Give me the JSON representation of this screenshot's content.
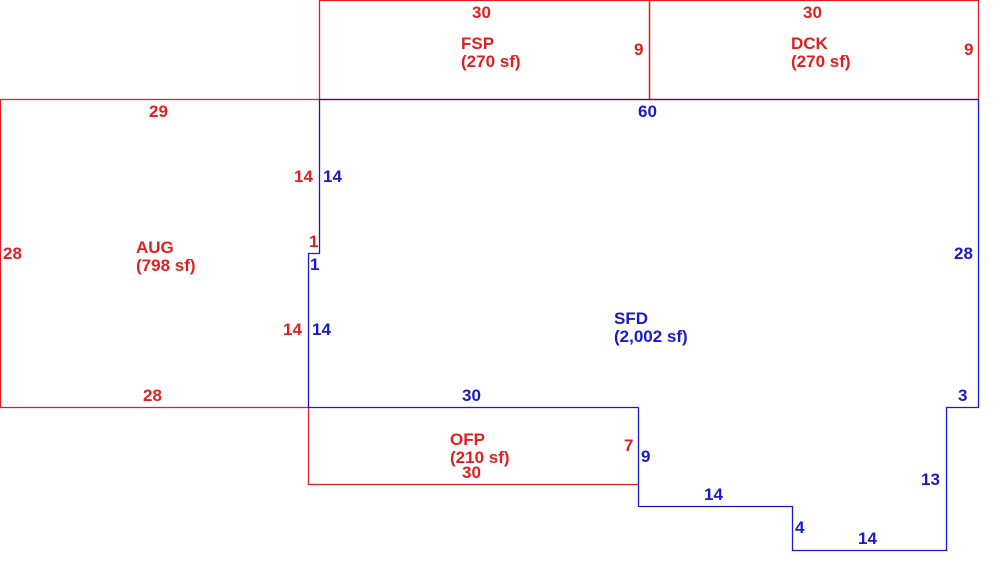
{
  "colors": {
    "red": "#e02020",
    "blue": "#1a1acc",
    "background": "#ffffff"
  },
  "areas": {
    "fsp": {
      "code": "FSP",
      "area": "(270 sf)"
    },
    "dck": {
      "code": "DCK",
      "area": "(270 sf)"
    },
    "aug": {
      "code": "AUG",
      "area": "(798 sf)"
    },
    "sfd": {
      "code": "SFD",
      "area": "(2,002 sf)"
    },
    "ofp": {
      "code": "OFP",
      "area": "(210 sf)"
    }
  },
  "dimensions": {
    "fsp_top": "30",
    "fsp_side": "9",
    "dck_top": "30",
    "dck_side": "9",
    "aug_top": "29",
    "aug_left": "28",
    "aug_bottom": "28",
    "aug_upper_side": "14",
    "aug_step": "1",
    "aug_lower_side": "14",
    "sfd_top": "60",
    "sfd_upper_left": "14",
    "sfd_step": "1",
    "sfd_lower_left": "14",
    "sfd_right": "28",
    "sfd_bottom_left": "30",
    "sfd_notch": "3",
    "sfd_right_lower": "13",
    "sfd_bottom_right": "14",
    "sfd_step_down": "4",
    "sfd_bottom_mid": "14",
    "sfd_ofp_side": "9",
    "ofp_side": "7",
    "ofp_bottom": "30"
  }
}
